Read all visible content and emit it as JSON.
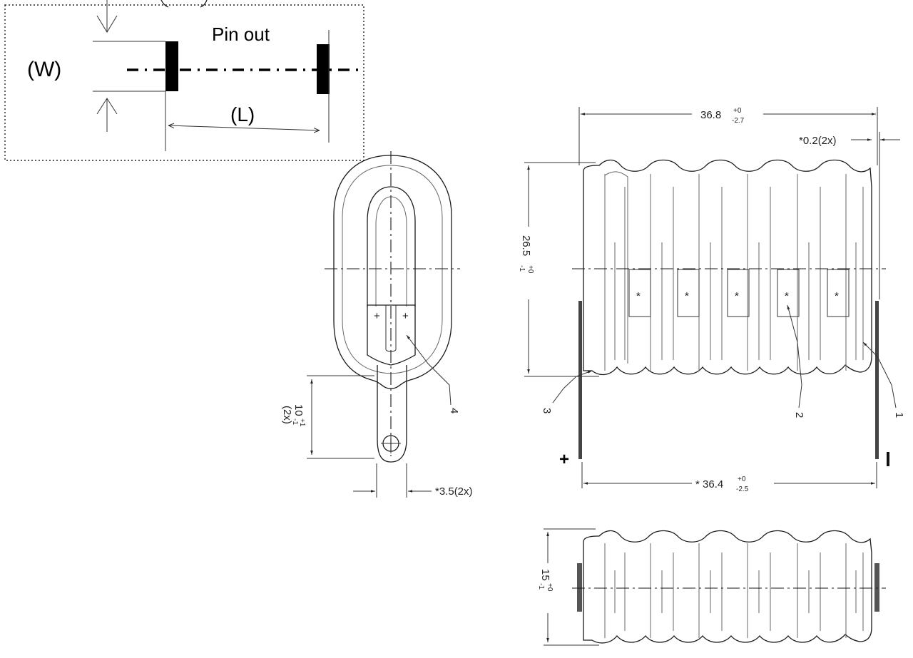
{
  "pinout": {
    "title": "Pin out",
    "width_label": "(W)",
    "length_label": "(L)"
  },
  "side_view": {
    "lead_length": {
      "value": "10",
      "tol_plus": "+1",
      "tol_minus": "-1",
      "note": "(2x)"
    },
    "lead_width": {
      "value": "*3.5(2x)"
    },
    "callout_4": "4"
  },
  "front_view": {
    "length_top": {
      "value": "36.8",
      "tol_plus": "+0",
      "tol_minus": "-2.7"
    },
    "offset": {
      "value": "*0.2(2x)"
    },
    "height": {
      "value": "26.5",
      "tol_plus": "+0",
      "tol_minus": "-1"
    },
    "length_bottom": {
      "value": "* 36.4",
      "tol_plus": "+0",
      "tol_minus": "-2.5"
    },
    "cell_marks": [
      "*",
      "*",
      "*",
      "*",
      "*"
    ],
    "callout_1": "1",
    "callout_2": "2",
    "callout_3": "3",
    "plus_sign": "+",
    "minus_sign": "-"
  },
  "bottom_view": {
    "thickness": {
      "value": "15",
      "tol_plus": "+0",
      "tol_minus": "-1"
    }
  }
}
